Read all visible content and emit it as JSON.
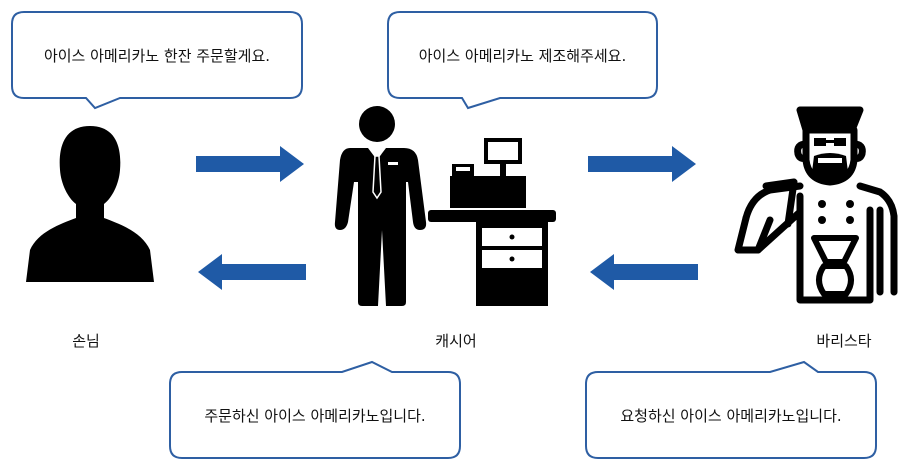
{
  "bubbles": {
    "customer_order": "아이스 아메리카노 한잔 주문할게요.",
    "cashier_request": "아이스 아메리카노 제조해주세요.",
    "cashier_reply": "주문하신 아이스 아메리카노입니다.",
    "barista_reply": "요청하신 아이스 아메리카노입니다."
  },
  "labels": {
    "customer": "손님",
    "cashier": "캐시어",
    "barista": "바리스타"
  },
  "colors": {
    "bubble_border": "#2e5fa3",
    "arrow": "#1f5aa6",
    "figure": "#000000"
  },
  "icons": [
    "person-silhouette-icon",
    "cashier-icon",
    "cash-register-icon",
    "barista-icon"
  ]
}
